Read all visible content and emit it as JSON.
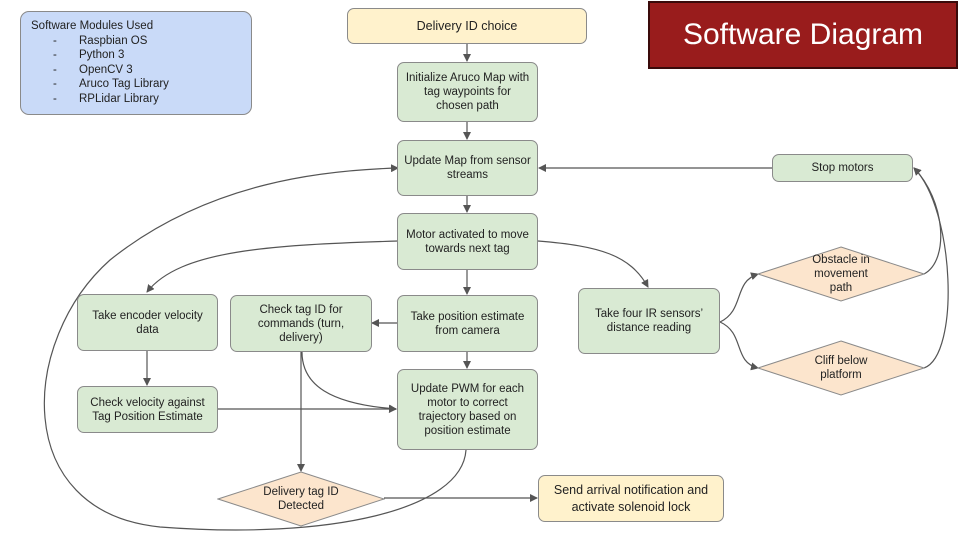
{
  "title": "Software Diagram",
  "modules": {
    "heading": "Software Modules Used",
    "items": [
      "Raspbian OS",
      "Python 3",
      "OpenCV 3",
      "Aruco Tag Library",
      "RPLidar Library"
    ]
  },
  "nodes": {
    "delivery_id": "Delivery  ID choice",
    "init_map": "Initialize Aruco Map with tag waypoints for chosen path",
    "update_map": "Update Map from sensor streams",
    "stop_motors": "Stop motors",
    "motor_activated": "Motor activated to move towards next tag",
    "encoder": "Take encoder velocity data",
    "check_tag": "Check tag ID for commands (turn, delivery)",
    "position_estimate": "Take position estimate from camera",
    "ir_sensors": "Take four IR sensors’ distance reading",
    "obstacle": "Obstacle in movement path",
    "cliff": "Cliff below platform",
    "check_velocity": "Check velocity against Tag Position Estimate",
    "update_pwm": "Update PWM for each motor to correct trajectory based on position estimate",
    "delivery_tag": "Delivery tag ID Detected",
    "send_arrival": "Send arrival  notification and activate solenoid lock"
  },
  "colors": {
    "process": "#d9ead3",
    "terminal": "#fff2cc",
    "decision": "#fce5cd",
    "modules": "#c9daf8",
    "title": "#991c1c",
    "edge": "#555555"
  }
}
